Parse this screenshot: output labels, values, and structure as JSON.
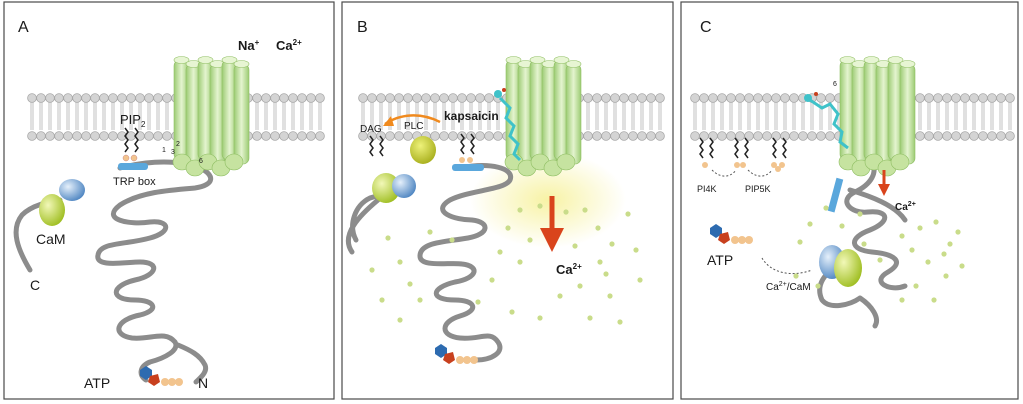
{
  "panels": [
    {
      "id": "A",
      "letter": "A",
      "ion_na": "Na",
      "ion_na_sup": "+",
      "ion_ca": "Ca",
      "ion_ca_sup": "2+",
      "pip_main": "PIP",
      "pip_sub": "2",
      "trp_box": "TRP box",
      "cam": "CaM",
      "terminus_c": "C",
      "terminus_n": "N",
      "atp": "ATP",
      "helix_1": "1",
      "helix_2": "2",
      "helix_3": "3",
      "helix_6": "6"
    },
    {
      "id": "B",
      "letter": "B",
      "dag": "DAG",
      "plc": "PLC",
      "kapsaicin": "kapsaicin",
      "ca_main": "Ca",
      "ca_sup": "2+"
    },
    {
      "id": "C",
      "letter": "C",
      "helix_6": "6",
      "pi4k": "PI4K",
      "pip5k": "PIP5K",
      "ca_main": "Ca",
      "ca_sup": "2+",
      "atp": "ATP",
      "ca_cam_main": "Ca",
      "ca_cam_sup": "2+",
      "ca_cam_rest": "/CaM"
    }
  ],
  "colors": {
    "channel": "#c6e3a0",
    "channel_dark": "#8fbe63",
    "cam_green": "#b7d433",
    "cam_blue": "#6a9fd4",
    "trp_box": "#5aa7dc",
    "arrow_red": "#d9441c",
    "plc_arrow": "#f08a1e",
    "atp_blue": "#2d6bb0",
    "atp_red": "#c8401e",
    "atp_orange": "#f2c48e",
    "capsaicin": "#3fc2c9",
    "glow": "#f6f3b0"
  },
  "icons": [
    "membrane",
    "channel",
    "pip2-lipid",
    "calmodulin",
    "atp-molecule",
    "capsaicin-molecule",
    "ion-dot"
  ]
}
